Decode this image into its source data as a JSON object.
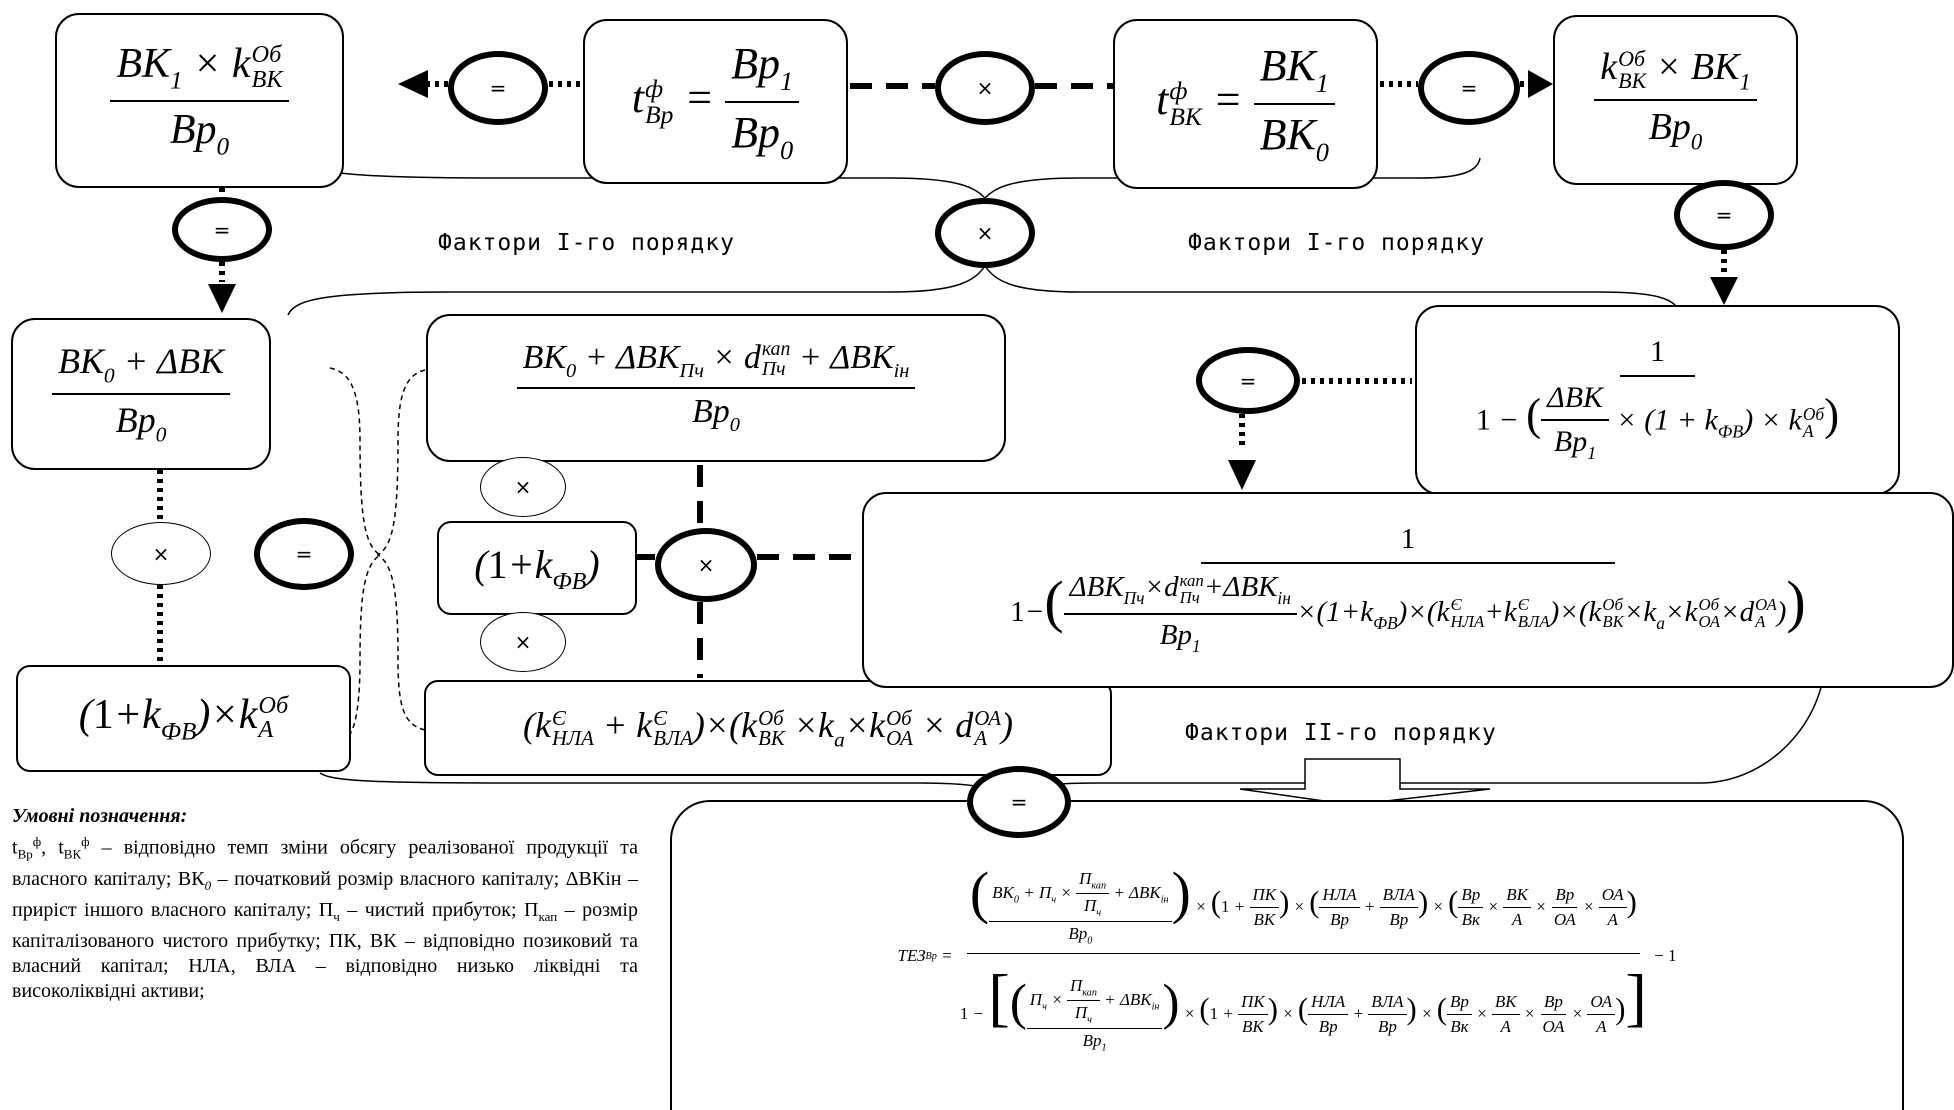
{
  "operators": {
    "eq": "=",
    "mul": "×"
  },
  "labels": {
    "factors_first_left": "Фактори І-го порядку",
    "factors_first_right": "Фактори І-го порядку",
    "factors_second": "Фактори ІІ-го порядку"
  },
  "legend": {
    "title": "Умовні позначення:",
    "t1": "t",
    "t1_sub": "Вр",
    "t1_sup": "ф",
    "sep": ", ",
    "t2": "t",
    "t2_sub": "ВК",
    "t2_sup": "ф",
    "body1": " – відповідно темп зміни обсягу реалізованої продукції та власного капіталу; ВК",
    "body1_sub": "0",
    "body2": " – початковий розмір власного капіталу; ΔВКін – приріст іншого власного капіталу;  П",
    "body2_sub": "ч",
    "body3": " – чистий прибуток; П",
    "body3_sub": "кап",
    "body4": " – розмір капіталізованого чистого прибутку; ПК, ВК – відповідно позиковий та власний капітал; НЛА, ВЛА – відповідно низько ліквідні та високоліквідні активи;"
  },
  "sym": {
    "BK": "ВК",
    "Bp": "Вр",
    "Bk": "Вк",
    "A": "А",
    "OA": "ОА",
    "PK": "ПК",
    "NLA": "НЛА",
    "VLA": "ВЛА",
    "P": "П",
    "one": "1",
    "dBK": "ΔВК",
    "t": "t",
    "phi": "ф",
    "k": "k",
    "d": "d",
    "sub0": "0",
    "sub1": "1",
    "subBp": "Вр",
    "subBK": "ВК",
    "subA": "А",
    "subOA": "ОА",
    "subFV": "ФВ",
    "subPch": "Пч",
    "subIn": "ін",
    "subNLA": "НЛА",
    "subVLA": "ВЛА",
    "subA_small": "а",
    "subKap": "кап",
    "subCh": "ч",
    "supOb": "Об",
    "supKap": "кап",
    "supE": "Є",
    "supOA": "ОА",
    "TEZ": "ТЕЗ",
    "minus1": "− 1"
  }
}
